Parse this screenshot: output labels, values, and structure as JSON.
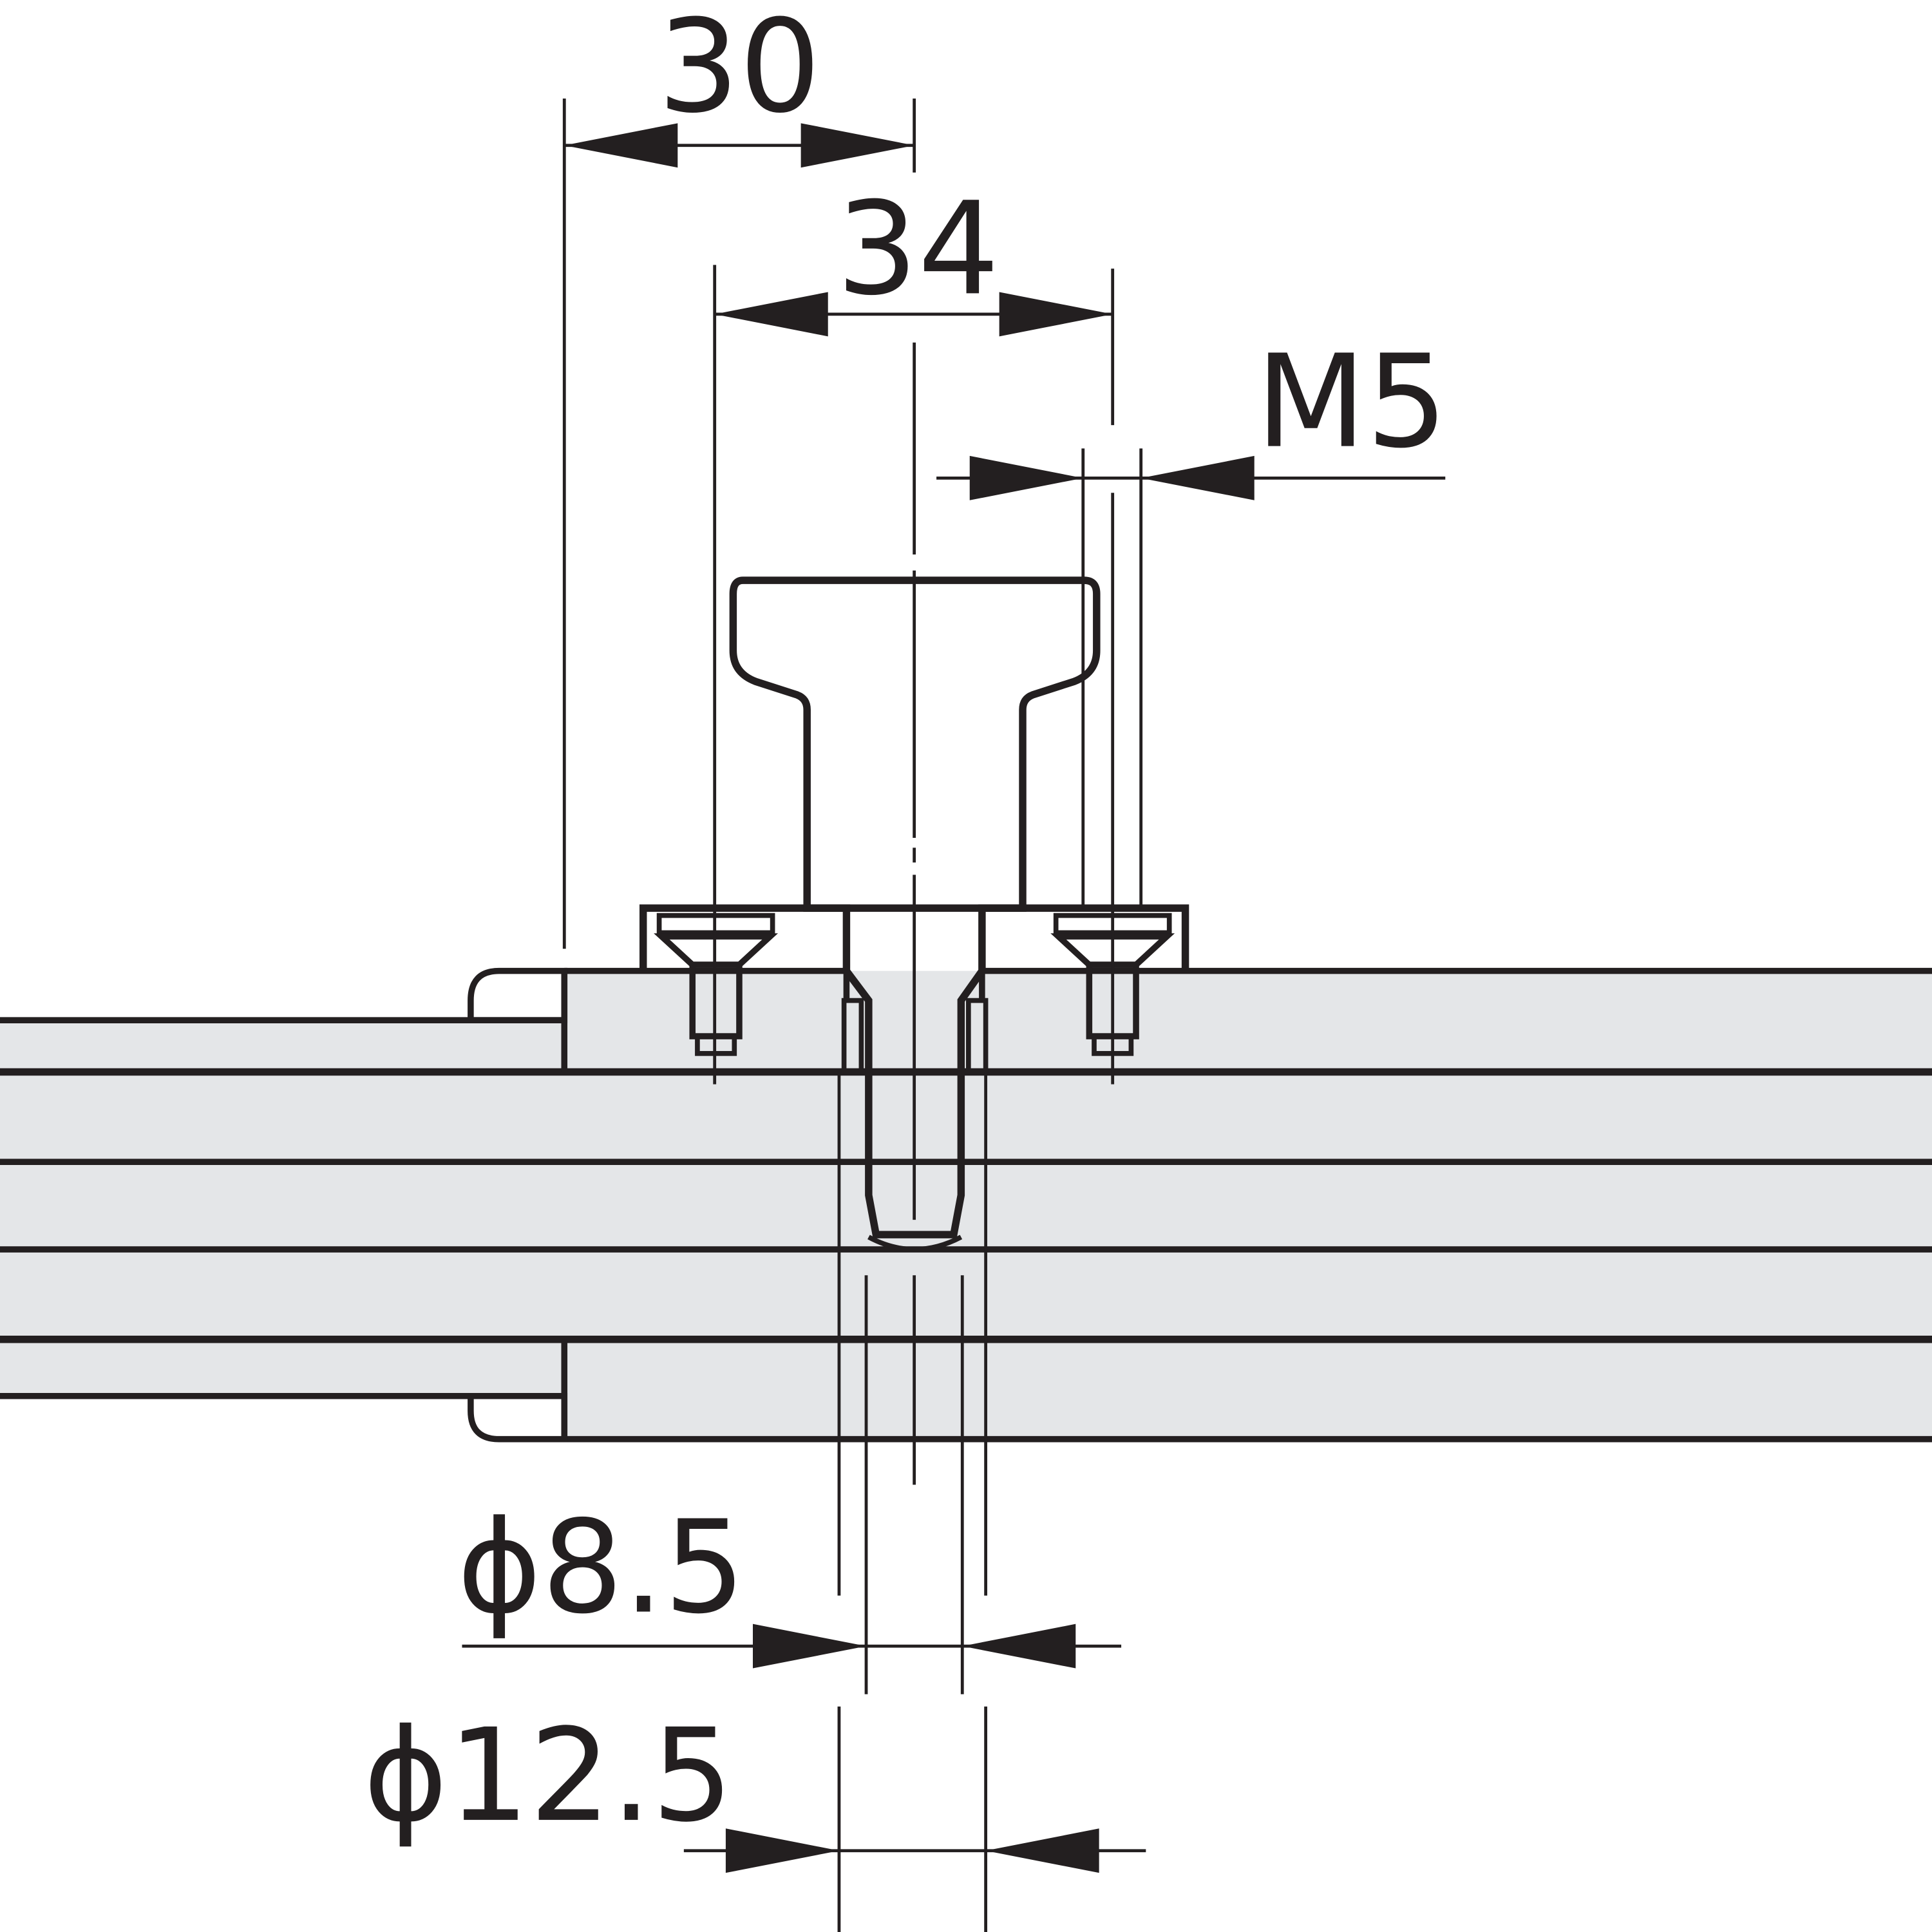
{
  "drawing": {
    "type": "technical-section-drawing",
    "colors": {
      "line": "#231f20",
      "profile_fill": "#e4e6e8",
      "part_fill": "#babdc0",
      "screw_fill": "#9c9fa2",
      "background": "#ffffff"
    },
    "dimensions": {
      "d30": {
        "label": "30",
        "meaning": "edge of profile to centerline"
      },
      "d34": {
        "label": "34",
        "meaning": "screw center to screw center"
      },
      "m5": {
        "label": "M5",
        "meaning": "fastening screw thread"
      },
      "d85": {
        "label": "ϕ8.5",
        "meaning": "inner bore diameter"
      },
      "d125": {
        "label": "ϕ12.5",
        "meaning": "outer bore diameter"
      }
    },
    "parts": [
      {
        "name": "mushroom-head-pin"
      },
      {
        "name": "base-bracket"
      },
      {
        "name": "countersunk-screw-left"
      },
      {
        "name": "countersunk-screw-right"
      },
      {
        "name": "aluminium-profile-stack"
      },
      {
        "name": "end-cap-top"
      },
      {
        "name": "end-cap-bottom"
      }
    ]
  }
}
